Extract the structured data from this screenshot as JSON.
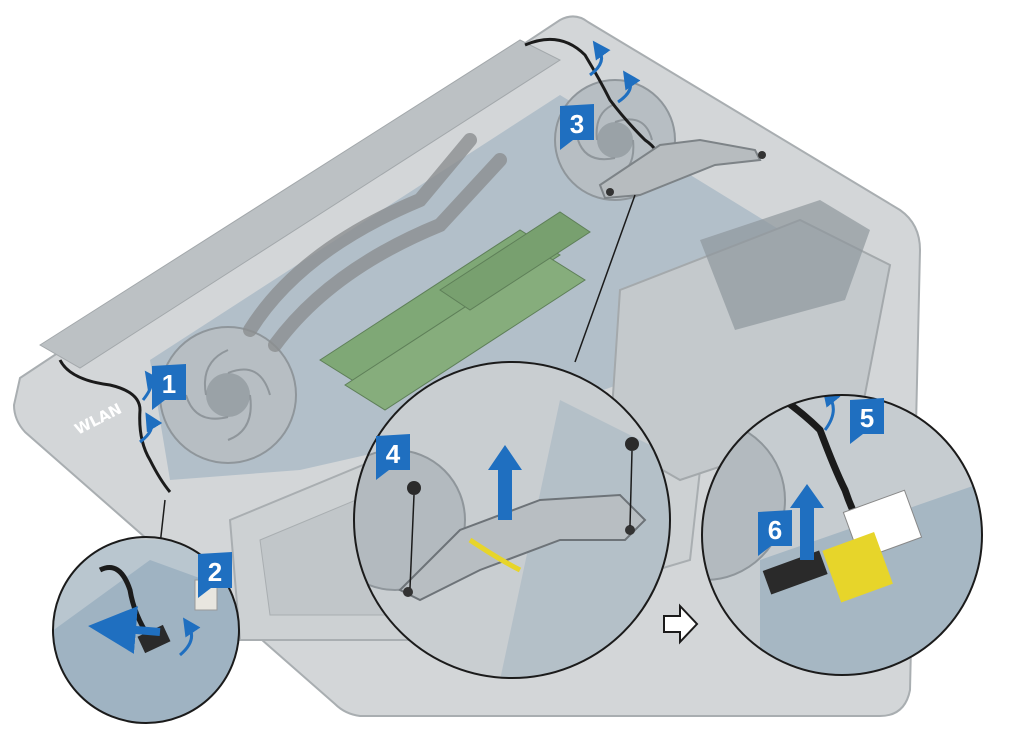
{
  "colors": {
    "badge": "#1f6fc0",
    "badge_text": "#ffffff",
    "chassis": "#c8ccce",
    "chassis_edge": "#a9aeb1",
    "board": "#9fb3c2",
    "ram": "#7fa876",
    "heatpipe": "#8c8f91",
    "cable": "#1b1b1b",
    "arrow": "#1f6fc0",
    "label_yellow": "#e7d52a"
  },
  "labels": {
    "wlan": "WLAN"
  },
  "steps": [
    "1",
    "2",
    "3",
    "4",
    "5",
    "6"
  ],
  "icons": {
    "next_view": "hollow-right-arrow-icon",
    "lift": "blue-up-arrow-icon",
    "release": "blue-curved-arrow-icon",
    "screw": "screw-icon"
  }
}
